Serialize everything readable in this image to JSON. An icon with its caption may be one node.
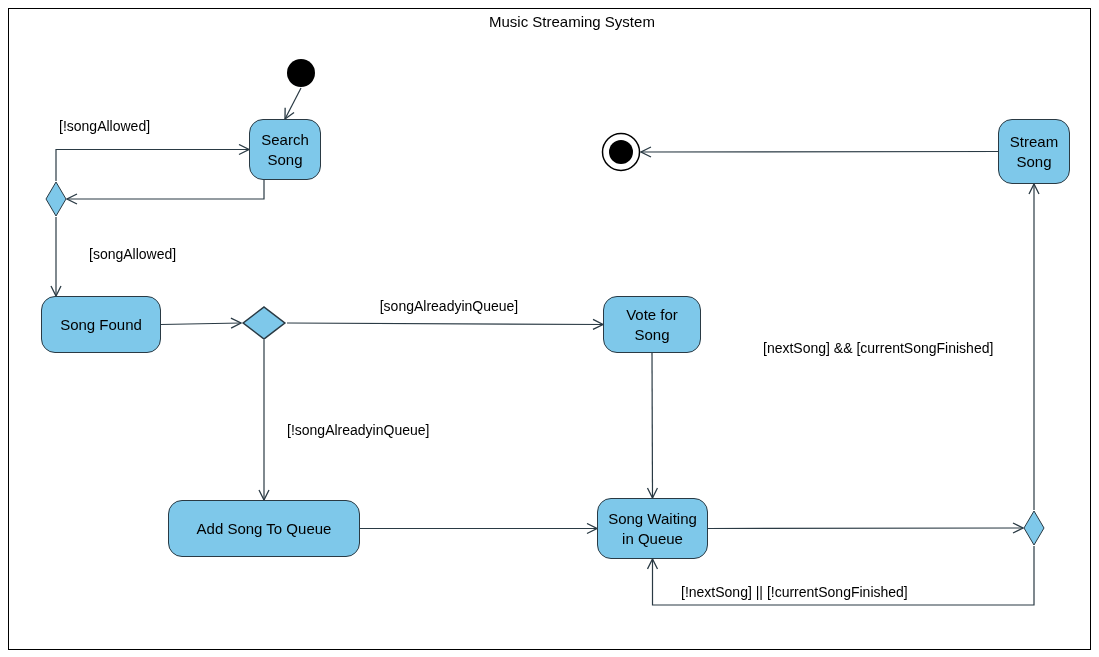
{
  "diagram": {
    "nodes": [
      {
        "text": [
          "Music Streaming System"
        ]
      },
      {
        "text": [],
        "shape": "circle",
        "in": 0
      },
      {
        "text": [
          "Search Song"
        ],
        "in": 0
      },
      {
        "text": [],
        "shape": "diamond",
        "in": 0
      },
      {
        "text": [
          "Song Found"
        ],
        "in": 0
      },
      {
        "text": [],
        "shape": "diamond",
        "in": 0
      },
      {
        "text": [
          "Vote for Song"
        ],
        "in": 0
      },
      {
        "text": [
          "Add Song To Queue"
        ],
        "in": 0
      },
      {
        "text": [
          "Song Waiting in Queue"
        ],
        "in": 0
      },
      {
        "text": [],
        "shape": "diamond",
        "in": 0
      },
      {
        "text": [
          "Stream Song"
        ],
        "in": 0
      },
      {
        "text": [],
        "shape": "final-state",
        "in": 0
      }
    ],
    "edges": [
      {
        "from": 1,
        "to": 2,
        "arrow": "to"
      },
      {
        "from": 2,
        "to": 3,
        "arrow": "to"
      },
      {
        "from": 3,
        "to": 2,
        "arrow": "to",
        "label": "[!songAllowed]"
      },
      {
        "from": 3,
        "to": 4,
        "arrow": "to",
        "label": "[songAllowed]"
      },
      {
        "from": 4,
        "to": 5,
        "arrow": "to"
      },
      {
        "from": 5,
        "to": 6,
        "arrow": "to",
        "label": "[songAlreadyinQueue]"
      },
      {
        "from": 5,
        "to": 7,
        "arrow": "to",
        "label": "[!songAlreadyinQueue]"
      },
      {
        "from": 6,
        "to": 8,
        "arrow": "to"
      },
      {
        "from": 7,
        "to": 8,
        "arrow": "to"
      },
      {
        "from": 8,
        "to": 9,
        "arrow": "to"
      },
      {
        "from": 9,
        "to": 10,
        "arrow": "to",
        "label": "[nextSong] && [currentSongFinished]"
      },
      {
        "from": 9,
        "to": 8,
        "arrow": "to",
        "label": "[!nextSong] || [!currentSongFinished]"
      },
      {
        "from": 10,
        "to": 11,
        "arrow": "to"
      }
    ]
  }
}
